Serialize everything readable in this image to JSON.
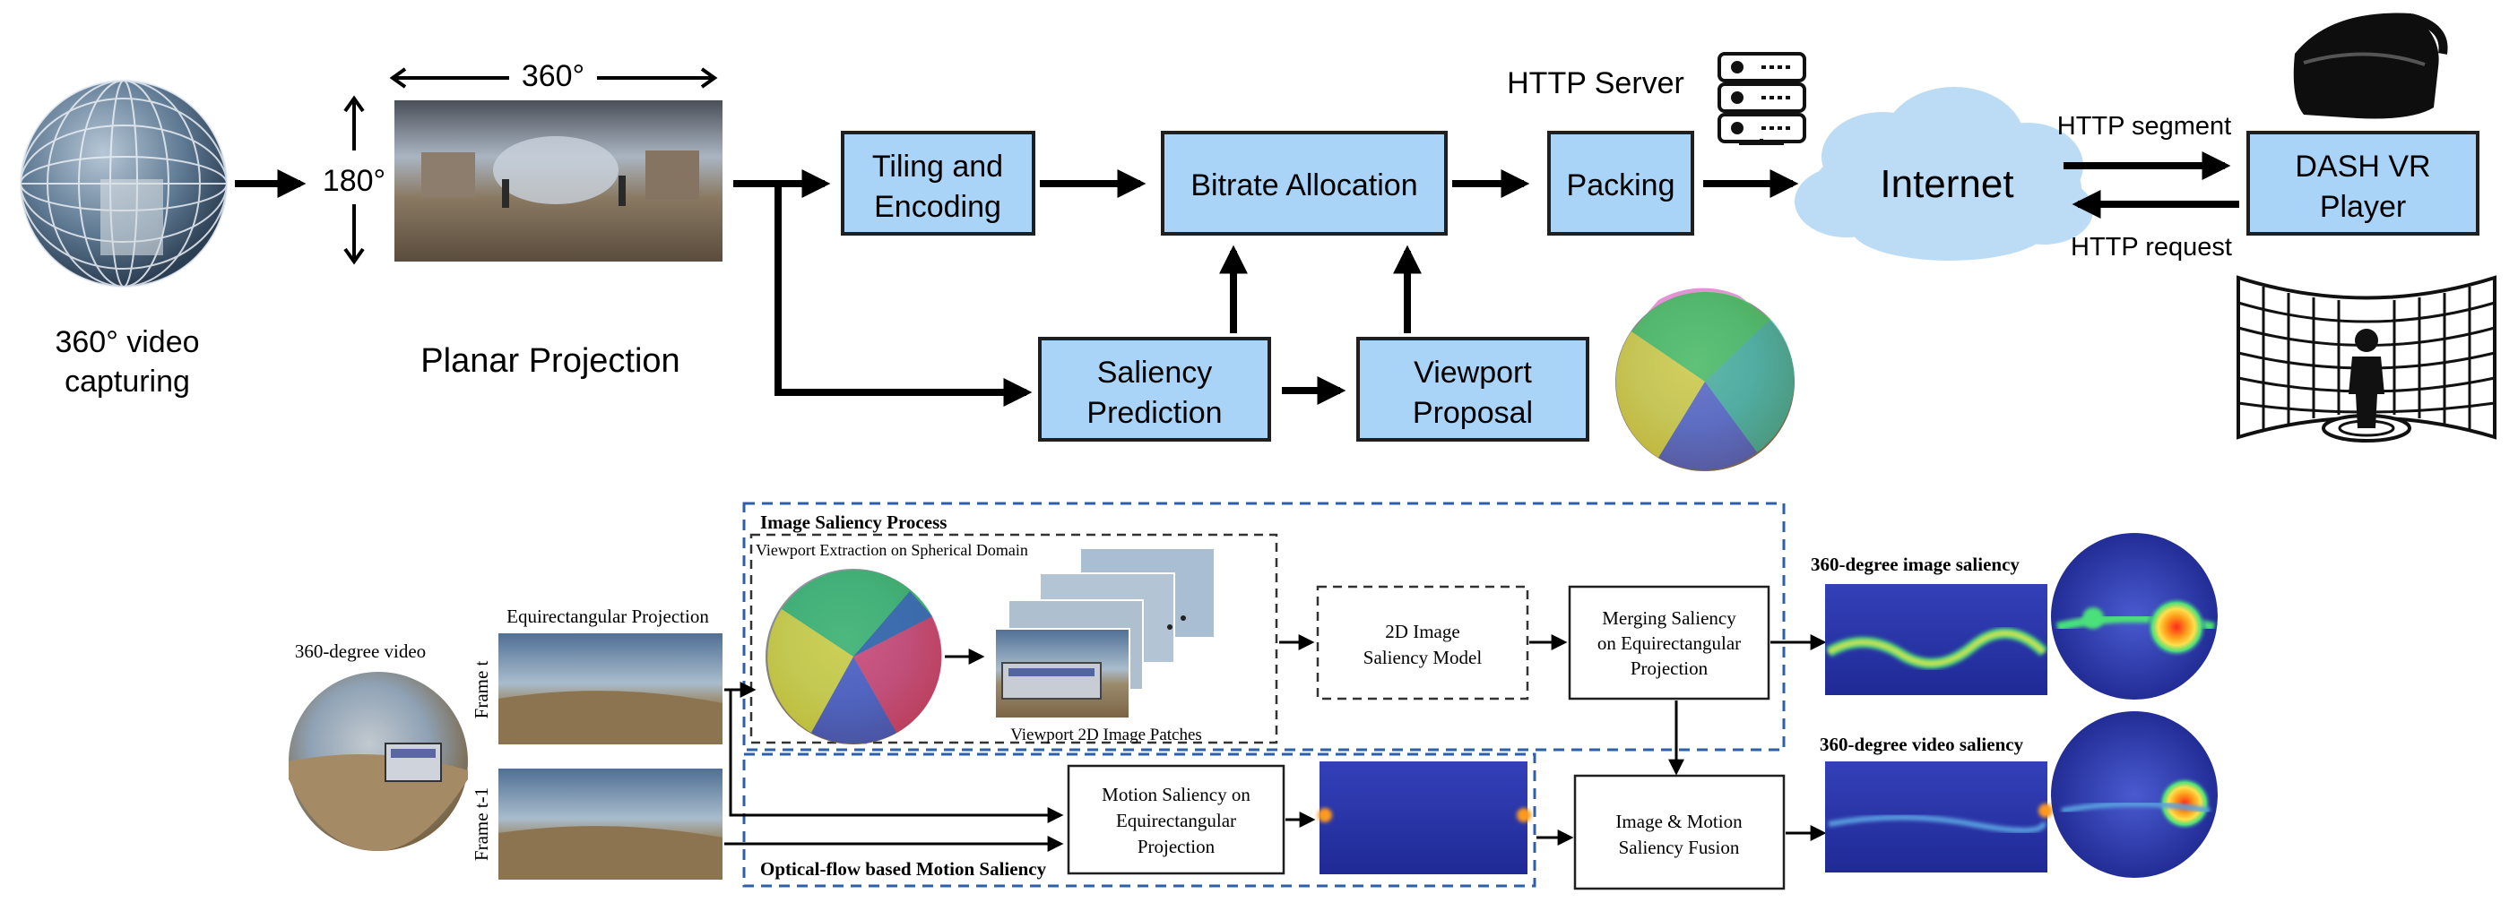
{
  "top": {
    "capture_label_line1": "360° video",
    "capture_label_line2": "capturing",
    "angle_h": "360°",
    "angle_v": "180°",
    "projection_label": "Planar Projection",
    "tiling_line1": "Tiling and",
    "tiling_line2": "Encoding",
    "bitrate": "Bitrate Allocation",
    "packing": "Packing",
    "server": "HTTP Server",
    "internet": "Internet",
    "http_segment": "HTTP segment",
    "http_request": "HTTP request",
    "player_line1": "DASH VR",
    "player_line2": "Player",
    "saliency_line1": "Saliency",
    "saliency_line2": "Prediction",
    "viewport_line1": "Viewport",
    "viewport_line2": "Proposal"
  },
  "bottom": {
    "video_label": "360-degree video",
    "equirect_label": "Equirectangular Projection",
    "frame_t": "Frame t",
    "frame_t1": "Frame t-1",
    "isp_title": "Image Saliency Process",
    "viewport_extraction": "Viewport Extraction on Spherical Domain",
    "patches_label": "Viewport 2D Image Patches",
    "model_line1": "2D Image",
    "model_line2": "Saliency Model",
    "merge_line1": "Merging Saliency",
    "merge_line2": "on Equirectangular",
    "merge_line3": "Projection",
    "motion_line1": "Motion Saliency on",
    "motion_line2": "Equirectangular",
    "motion_line3": "Projection",
    "optical_flow_title": "Optical-flow based Motion Saliency",
    "fusion_line1": "Image & Motion",
    "fusion_line2": "Saliency Fusion",
    "image_saliency_label": "360-degree image saliency",
    "video_saliency_label": "360-degree video saliency"
  },
  "colors": {
    "box_fill": "#a9d3f7",
    "dash_blue": "#2e5fa8",
    "cloud": "#bcdcf5"
  }
}
